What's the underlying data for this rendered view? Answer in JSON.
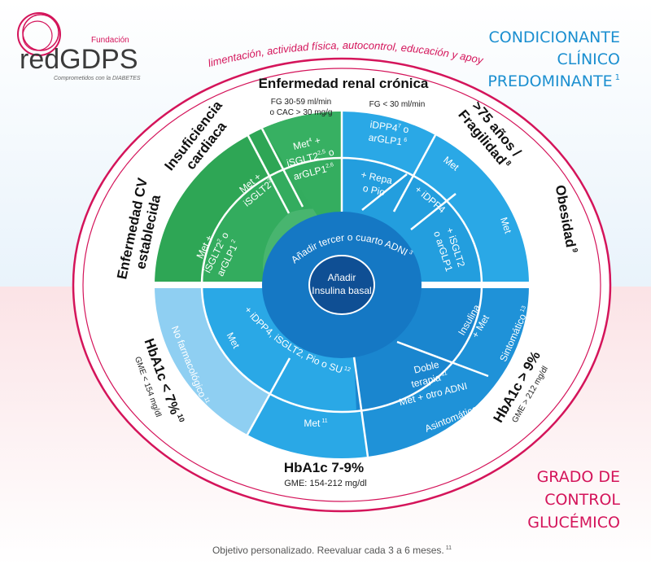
{
  "brand": {
    "foundation": "Fundación",
    "name": "redGDPS",
    "tagline": "Comprometidos con la DIABETES",
    "logo_color": "#d4145a"
  },
  "corner_top": {
    "line1": "CONDICIONANTE",
    "line2": "CLÍNICO",
    "line3": "PREDOMINANTE",
    "sup": "1",
    "color": "#1b8fd0"
  },
  "corner_bottom": {
    "line1": "GRADO DE",
    "line2": "CONTROL",
    "line3": "GLUCÉMICO",
    "color": "#d4145a"
  },
  "ring_text": "Alimentación, actividad física, autocontrol, educación y apoyo",
  "conditions": {
    "erc": {
      "title": "Enfermedad renal crónica",
      "sub_left_1": "FG 30-59 ml/min",
      "sub_left_2": "o CAC > 30 mg/g",
      "sub_right": "FG < 30 ml/min"
    },
    "ic": {
      "line1": "Insuficiencia",
      "line2": "cardiaca"
    },
    "ecv": {
      "line1": "Enfermedad CV",
      "line2": "establecida"
    },
    "fragil": {
      "line1": ">75 años /",
      "line2": "Fragilidad",
      "sup": "8"
    },
    "obesidad": {
      "label": "Obesidad",
      "sup": "9"
    }
  },
  "green_sectors": {
    "ecv": {
      "l1": "Met +",
      "l2": "iSGLT2",
      "s2": "2",
      "l2b": " o",
      "l3": "arGLP1",
      "s3": "2"
    },
    "ic": {
      "l1": "Met +",
      "l2": "iSGLT2",
      "s2": "2"
    },
    "erc": {
      "l1": "Met",
      "s1": "4",
      "l1b": " +",
      "l2": "iSGLT2",
      "s2": "2,5",
      "l2b": " o",
      "l3": "arGLP1",
      "s3": "2,6"
    }
  },
  "blue_top_sectors": {
    "erc_sev": {
      "l1": "iDPP4",
      "s1": "7",
      "l1b": " o",
      "l2": "arGLP1",
      "s2": "6"
    },
    "repa": {
      "l1": "+ Repa",
      "l2": "o Pio"
    },
    "met_fragil": {
      "l1": "Met"
    },
    "idpp4": {
      "l1": "+ iDPP4"
    },
    "met_obes": {
      "l1": "Met"
    },
    "isglt2_obes": {
      "l1": "+ iSGLT2",
      "l2": "o arGLP1"
    }
  },
  "bottom_sectors": {
    "no_farm": {
      "label": "No farmacológico",
      "sup": "11"
    },
    "met_lt7": {
      "label": "Met"
    },
    "mid": {
      "label": "+ iDPP4, iSGLT2, Pio o SU",
      "sup": "12"
    },
    "met_mid": {
      "label": "Met",
      "sup": "11"
    },
    "doble": {
      "l1": "Doble",
      "l2": "terapia",
      "s2": "11",
      "l3": "Met + otro ADNI"
    },
    "asint": {
      "label": "Asintomático"
    },
    "insulina": {
      "l1": "Insulina",
      "l2": "+ Met"
    },
    "sint": {
      "label": "Sintomático",
      "sup": "13"
    }
  },
  "center": {
    "third": "Añadir tercer o cuarto ADNI",
    "third_sup": "3",
    "basal_1": "Añadir",
    "basal_2": "Insulina basal"
  },
  "hba1c": {
    "lt7": {
      "label": "HbA1c < 7%",
      "sup": "10",
      "gme": "GME < 154 mg/dl"
    },
    "mid": {
      "label": "HbA1c 7-9%",
      "gme": "GME: 154-212 mg/dl"
    },
    "gt9": {
      "label": "HbA1c > 9%",
      "gme": "GME > 212 mg/dl"
    }
  },
  "footer": {
    "text": "Objetivo personalizado. Reevaluar cada 3 a 6 meses.",
    "sup": "11"
  },
  "colors": {
    "green": "#2ea655",
    "green_dark": "#1f8a43",
    "blue": "#2aa8e6",
    "blue_dark": "#1578c4",
    "blue_center": "#1260ae",
    "light_blue": "#8fcff2",
    "pink": "#d4145a"
  }
}
